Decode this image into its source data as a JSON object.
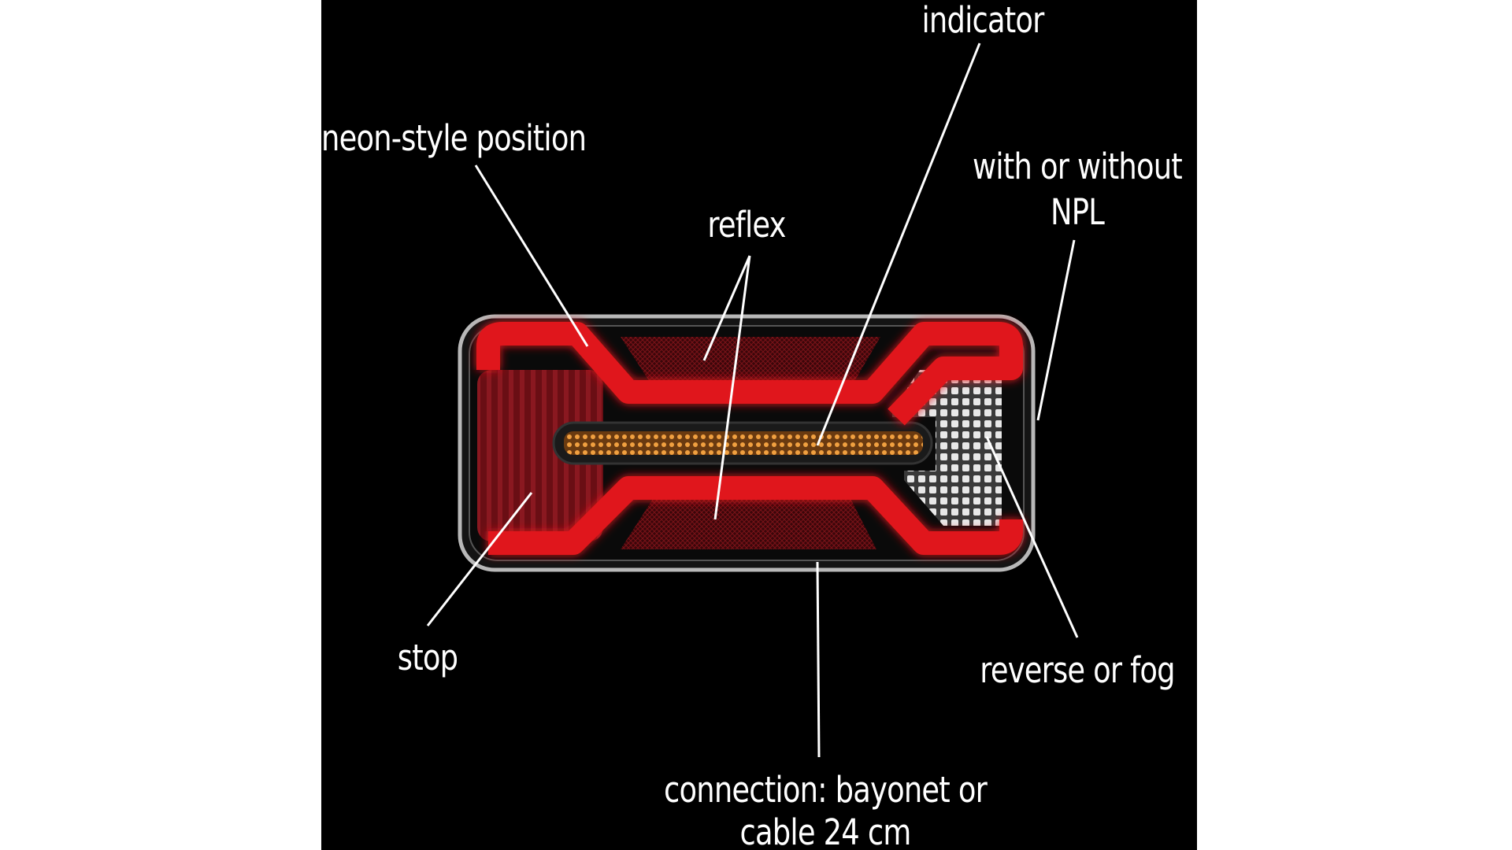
{
  "labels": {
    "indicator": "indicator",
    "neon_position": "neon-style position",
    "with_or_without_line1": "with or without",
    "with_or_without_line2": "NPL",
    "reflex": "reflex",
    "stop": "stop",
    "reverse_or_fog": "reverse or fog",
    "connection_line1": "connection: bayonet or",
    "connection_line2": "cable 24 cm"
  },
  "colors": {
    "background": "#000000",
    "neon_red": "#e0161e",
    "reflex_red": "#5a0a10",
    "indicator_amber": "#f0a040",
    "reverse_white": "#e8e8e8",
    "housing": "#b8b8b8"
  }
}
